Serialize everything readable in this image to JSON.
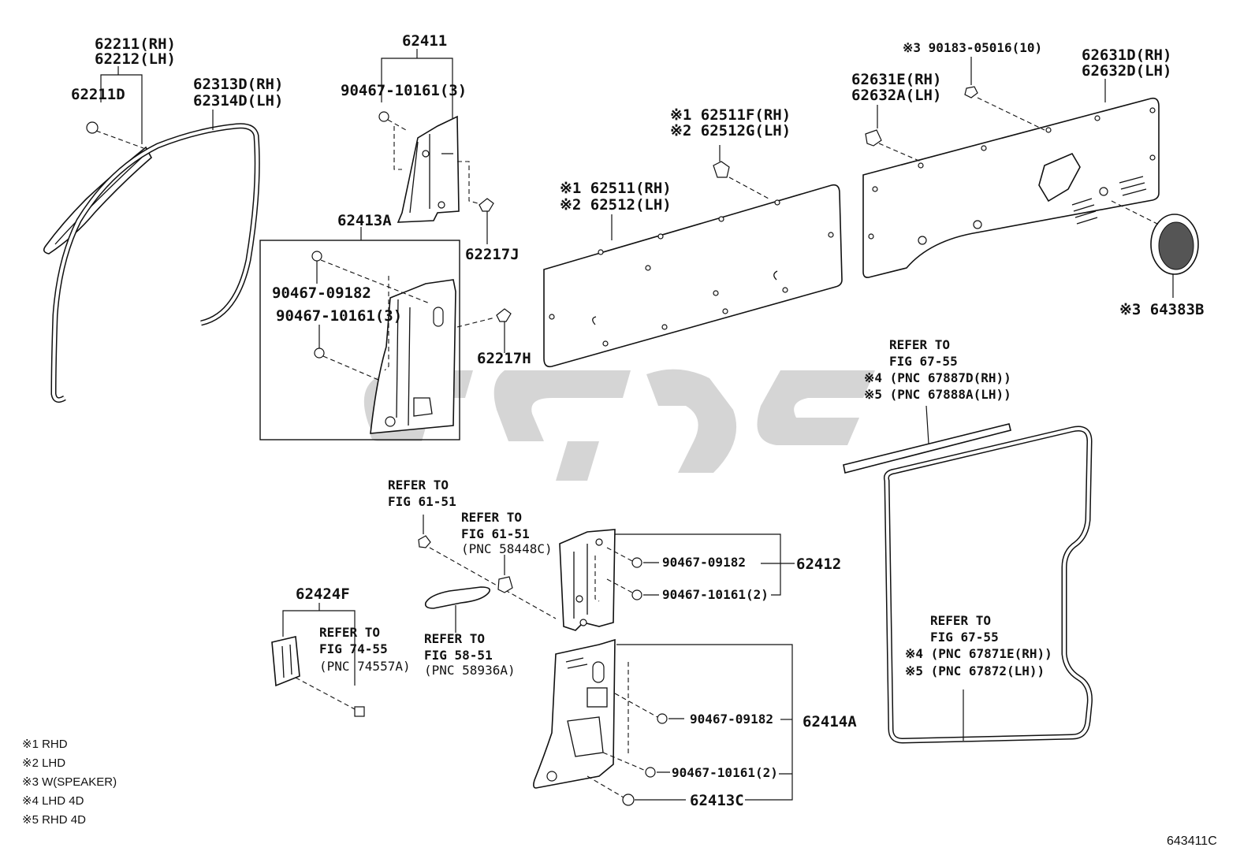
{
  "labels": {
    "p62211": "62211(RH)",
    "p62212": "62212(LH)",
    "p62211d": "62211D",
    "p62313d": "62313D(RH)",
    "p62314d": "62314D(LH)",
    "p62411": "62411",
    "c9046710161_3a": "90467-10161(3)",
    "p62413a": "62413A",
    "c9046709182a": "90467-09182",
    "c9046710161_3b": "90467-10161(3)",
    "p62217j": "62217J",
    "p62217h": "62217H",
    "p62511f": "※1 62511F(RH)",
    "p62512g": "※2 62512G(LH)",
    "p62511": "※1 62511(RH)",
    "p62512": "※2 62512(LH)",
    "c90183": "※3 90183-05016(10)",
    "p62631e": "62631E(RH)",
    "p62632a": "62632A(LH)",
    "p62631d": "62631D(RH)",
    "p62632d": "62632D(LH)",
    "p64383b": "※3 64383B",
    "ref67_55a": [
      "REFER TO",
      "FIG 67-55",
      "※4 (PNC 67887D(RH))",
      "※5 (PNC 67888A(LH))"
    ],
    "ref61_51a": [
      "REFER TO",
      "FIG 61-51"
    ],
    "ref61_51b": [
      "REFER TO",
      "FIG 61-51",
      "(PNC 58448C)"
    ],
    "ref58_51": [
      "REFER TO",
      "FIG 58-51",
      "(PNC 58936A)"
    ],
    "ref74_55": [
      "REFER TO",
      "FIG 74-55",
      "(PNC 74557A)"
    ],
    "ref67_55b": [
      "REFER TO",
      "FIG 67-55",
      "※4 (PNC 67871E(RH))",
      "※5 (PNC 67872(LH))"
    ],
    "p62424f": "62424F",
    "c9046709182b": "90467-09182",
    "c9046710161_2a": "90467-10161(2)",
    "p62412": "62412",
    "c9046709182c": "90467-09182",
    "c9046710161_2b": "90467-10161(2)",
    "p62414a": "62414A",
    "p62413c": "62413C"
  },
  "legend": [
    "※1 RHD",
    "※2 LHD",
    "※3 W(SPEAKER)",
    "※4 LHD 4D",
    "※5 RHD 4D"
  ],
  "figure_id": "643411C",
  "watermark": "کوپار"
}
